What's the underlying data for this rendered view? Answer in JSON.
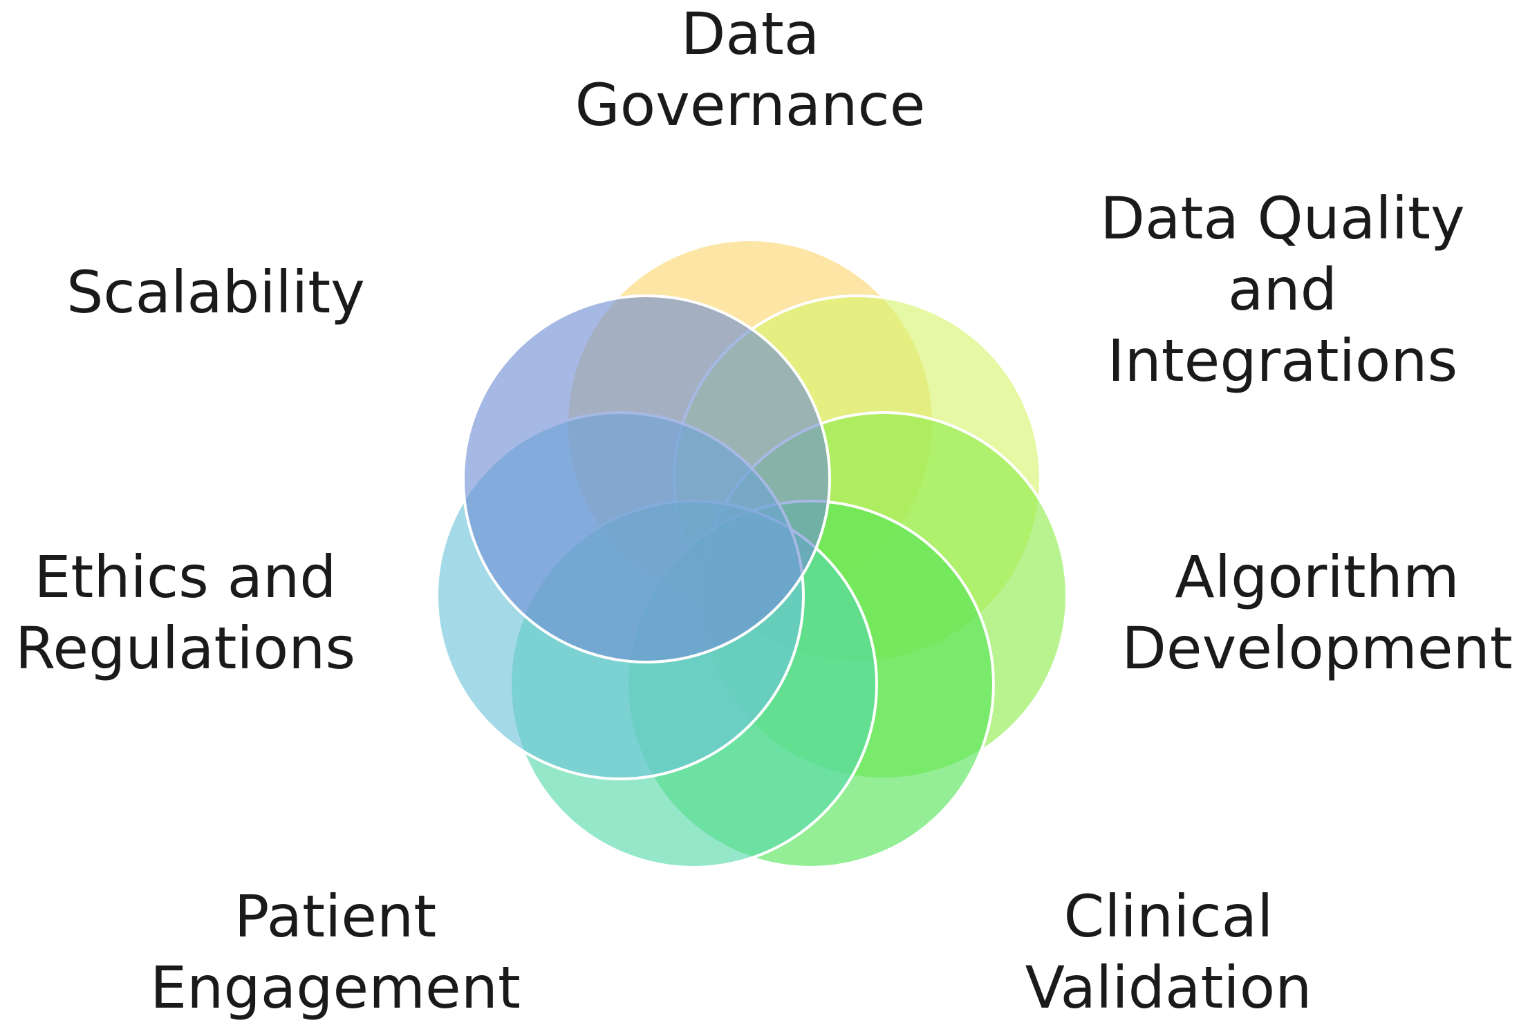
{
  "diagram": {
    "petals": [
      {
        "id": "data-governance",
        "label_lines": [
          "Data",
          "Governance"
        ],
        "color": "#FAD56E"
      },
      {
        "id": "data-quality",
        "label_lines": [
          "Data Quality",
          "and",
          "Integrations"
        ],
        "color": "#D7F36A"
      },
      {
        "id": "algorithm-development",
        "label_lines": [
          "Algorithm",
          "Development"
        ],
        "color": "#8DEB4A"
      },
      {
        "id": "clinical-validation",
        "label_lines": [
          "Clinical",
          "Validation"
        ],
        "color": "#52E356"
      },
      {
        "id": "patient-engagement",
        "label_lines": [
          "Patient",
          "Engagement"
        ],
        "color": "#54D8AA"
      },
      {
        "id": "ethics-regulations",
        "label_lines": [
          "Ethics and",
          "Regulations"
        ],
        "color": "#6CC4D8"
      },
      {
        "id": "scalability",
        "label_lines": [
          "Scalability"
        ],
        "color": "#6F8ED4"
      }
    ]
  }
}
